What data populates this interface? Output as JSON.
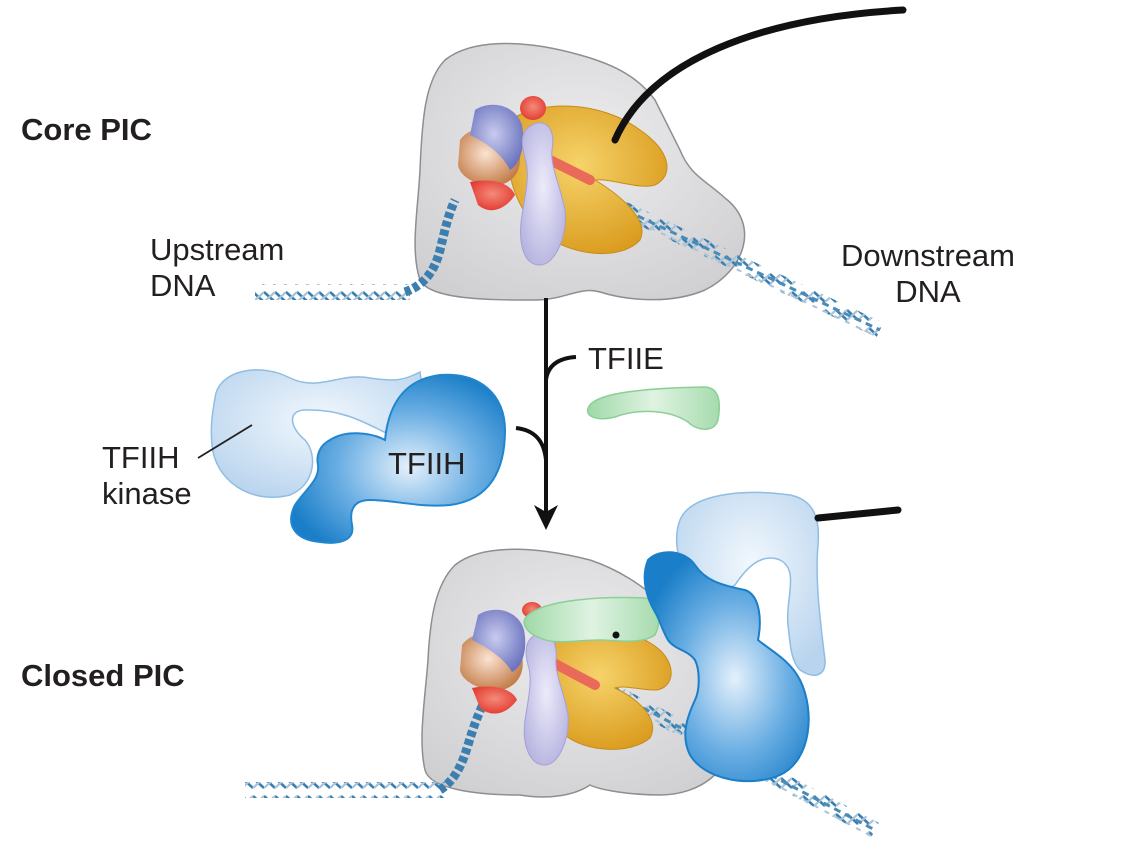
{
  "stages": {
    "core": "Core PIC",
    "closed": "Closed PIC"
  },
  "dna_labels": {
    "upstream_line1": "Upstream",
    "upstream_line2": "DNA",
    "downstream_line1": "Downstream",
    "downstream_line2": "DNA"
  },
  "factors": {
    "tfiie": "TFIIE",
    "tfiih": "TFIIH",
    "tfiih_kinase_line1": "TFIIH",
    "tfiih_kinase_line2": "kinase"
  },
  "colors": {
    "pol_ii_body": "#d9d9db",
    "yellow_subunit": "#e8b030",
    "blue_subunit": "#7f86c9",
    "tan_subunit": "#c98a5a",
    "red_subunit": "#e8453c",
    "lavender_subunit": "#c9c7ea",
    "tfiie_green": "#a8dcb0",
    "tfiih_core_blue": "#1a7ec8",
    "tfiih_light_blue": "#c8def2",
    "dna_blue": "#4a8cb8",
    "ctd_black": "#111111",
    "text": "#231f20"
  }
}
